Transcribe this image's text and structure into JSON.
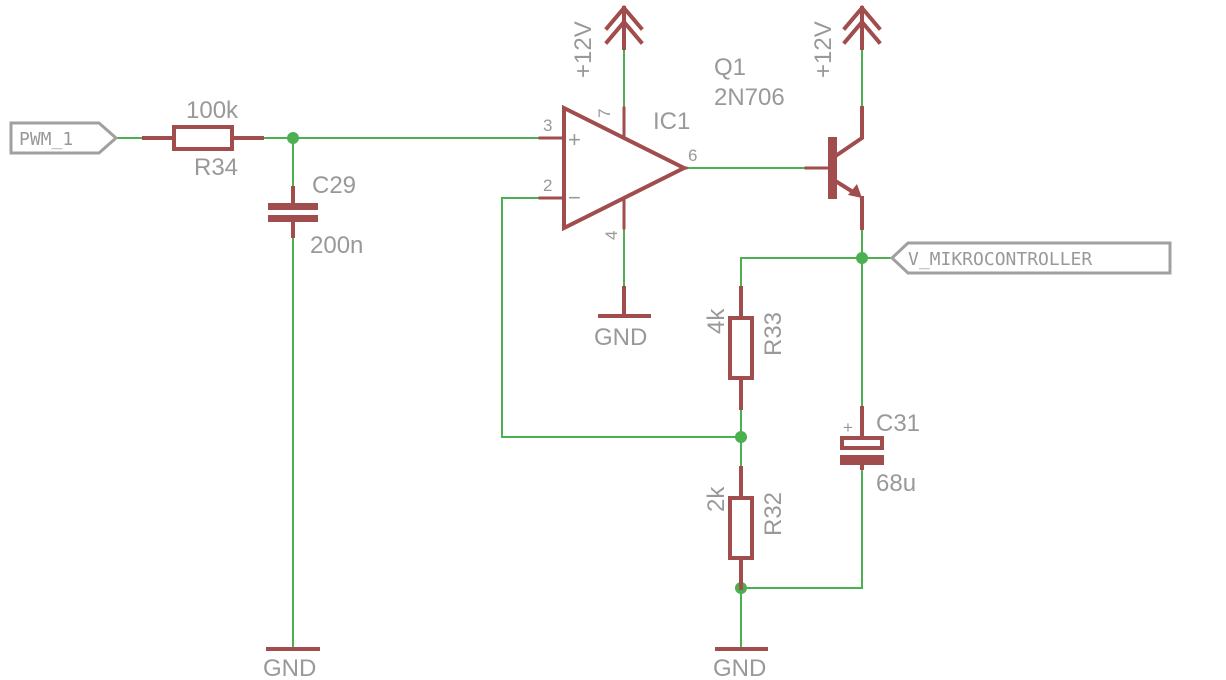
{
  "nets": {
    "pwm_in": "PWM_1",
    "v_out": "V_MIKROCONTROLLER",
    "supply_ic": "+12V",
    "supply_q": "+12V",
    "gnd_c29": "GND",
    "gnd_ic1": "GND",
    "gnd_r32": "GND"
  },
  "components": {
    "r34": {
      "name": "R34",
      "value": "100k"
    },
    "c29": {
      "name": "C29",
      "value": "200n"
    },
    "ic1": {
      "name": "IC1",
      "pin_noninv": "3",
      "pin_inv": "2",
      "pin_out": "6",
      "pin_vcc": "7",
      "pin_gnd": "4",
      "plus_sign": "+",
      "minus_sign": "−"
    },
    "q1": {
      "name": "Q1",
      "value": "2N706"
    },
    "r33": {
      "name": "R33",
      "value": "4k"
    },
    "r32": {
      "name": "R32",
      "value": "2k"
    },
    "c31": {
      "name": "C31",
      "value": "68u",
      "polarity": "+"
    }
  },
  "colors": {
    "wire": "#4caf50",
    "part": "#a24d4d",
    "text": "#999999",
    "background": "#ffffff"
  }
}
